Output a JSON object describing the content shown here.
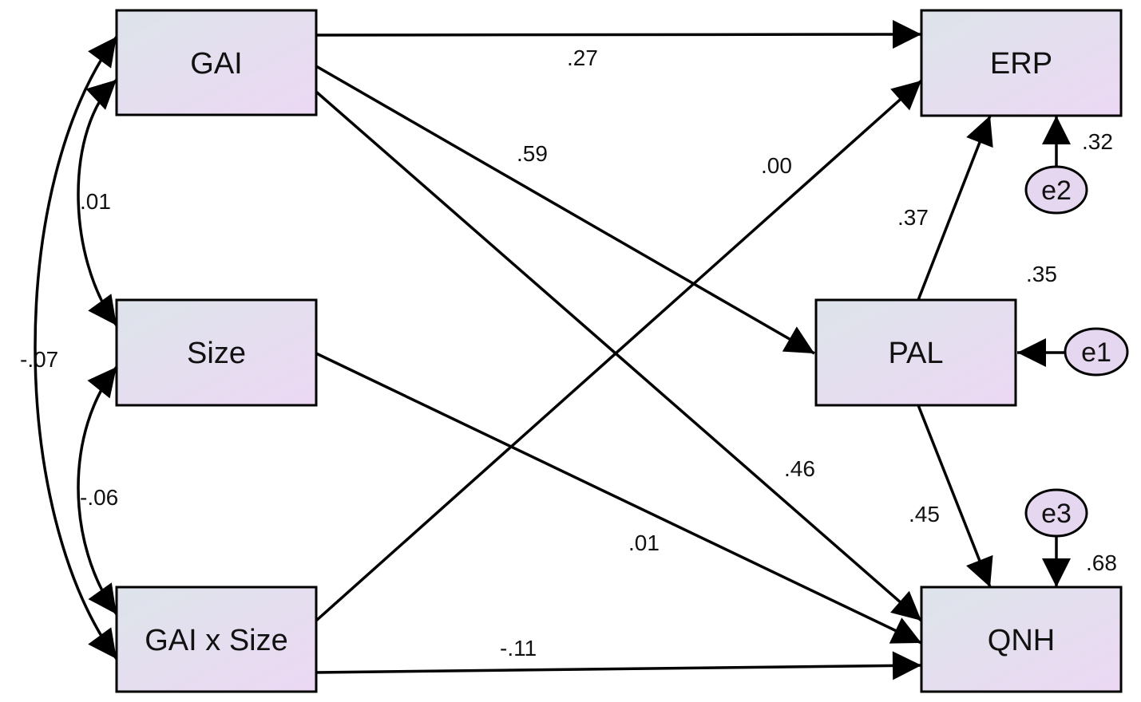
{
  "colors": {
    "box_fill_start": "#dde4ea",
    "box_fill_end": "#ecd8f4",
    "error_fill": "#e6d7f0",
    "stroke": "#000000"
  },
  "nodes": {
    "gai": "GAI",
    "size": "Size",
    "gai_x_size": "GAI x Size",
    "erp": "ERP",
    "pal": "PAL",
    "qnh": "QNH"
  },
  "errors": {
    "e1": "e1",
    "e2": "e2",
    "e3": "e3"
  },
  "paths": {
    "gai_erp": ".27",
    "gai_pal": ".59",
    "gai_qnh": ".46",
    "gaixsize_erp": ".00",
    "size_qnh": ".01",
    "gaixsize_qnh": "-.11",
    "pal_erp": ".37",
    "pal_qnh": ".45"
  },
  "covariances": {
    "gai_size": ".01",
    "size_gaixsize": "-.06",
    "gai_gaixsize": "-.07"
  },
  "r_squared": {
    "erp": ".32",
    "pal": ".35",
    "qnh": ".68"
  }
}
